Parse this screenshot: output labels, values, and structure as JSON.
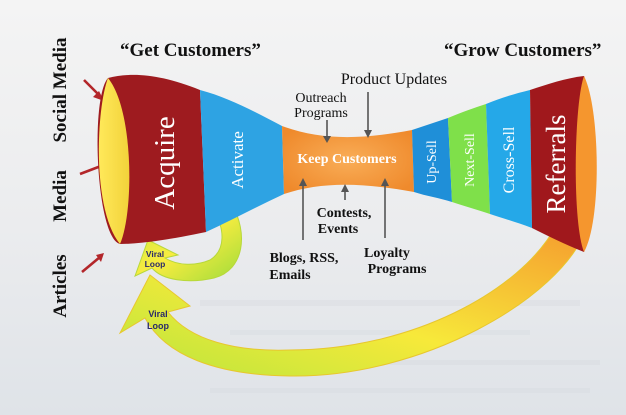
{
  "headers": {
    "left": "“Get Customers”",
    "right": "“Grow Customers”"
  },
  "side_labels": [
    "Social Media",
    "Media",
    "Articles"
  ],
  "segments": {
    "acquire": "Acquire",
    "activate": "Activate",
    "keep": "Keep Customers",
    "upsell": "Up-Sell",
    "nextsell": "Next-Sell",
    "crosssell": "Cross-Sell",
    "referrals": "Referrals"
  },
  "annotations": {
    "product_updates": "Product Updates",
    "outreach_line1": "Outreach",
    "outreach_line2": "Programs",
    "contests_line1": "Contests,",
    "contests_line2": "Events",
    "blogs_line1": "Blogs, RSS,",
    "blogs_line2": "Emails",
    "loyalty_line1": "Loyalty",
    "loyalty_line2": "Programs"
  },
  "loops": {
    "small_line1": "Viral",
    "small_line2": "Loop",
    "big_line1": "Viral",
    "big_line2": "Loop"
  },
  "colors": {
    "acquire": "#9e1b1f",
    "activate": "#2ea3e3",
    "keep": "#f59a3c",
    "upsell": "#1f8fd8",
    "nextsell": "#7fe04a",
    "crosssell": "#25a8e8",
    "referrals": "#a0181c",
    "rim_yellow": "#f7e83a",
    "rim_orange": "#f5962e",
    "arrow_red": "#b3262a"
  }
}
